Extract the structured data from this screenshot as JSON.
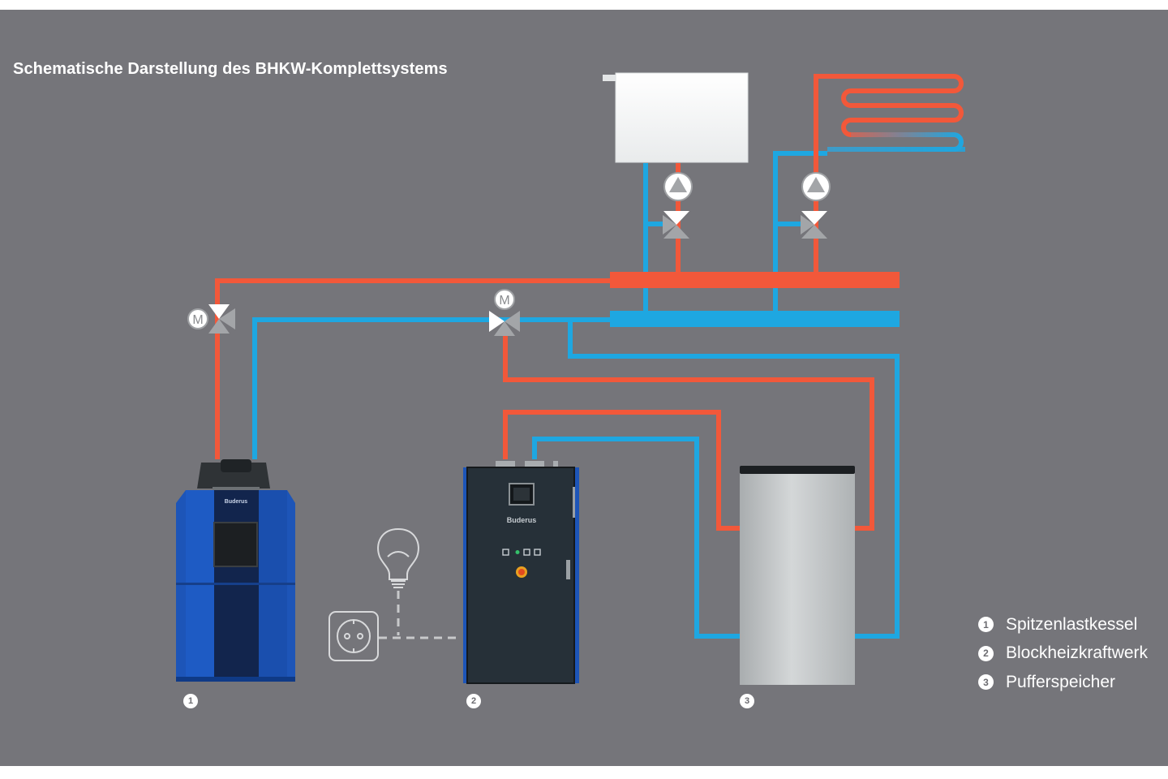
{
  "title": "Schematische Darstellung des BHKW-Komplettsystems",
  "colors": {
    "background": "#75757a",
    "supply": "#f2583a",
    "return": "#1ea7e1",
    "boiler_blue": "#1d55b8",
    "chp_dark": "#263038",
    "tank_silver": "#c4c7c8"
  },
  "valve_motor_label": "M",
  "brand": "Buderus",
  "markers": [
    {
      "num": "1"
    },
    {
      "num": "2"
    },
    {
      "num": "3"
    }
  ],
  "legend": [
    {
      "num": "1",
      "label": "Spitzenlastkessel"
    },
    {
      "num": "2",
      "label": "Blockheizkraftwerk"
    },
    {
      "num": "3",
      "label": "Pufferspeicher"
    }
  ],
  "icons": [
    "radiator-icon",
    "underfloor-heating-icon",
    "circulation-pump-icon",
    "three-way-valve-icon",
    "motor-valve-icon",
    "light-bulb-icon",
    "power-socket-icon"
  ]
}
